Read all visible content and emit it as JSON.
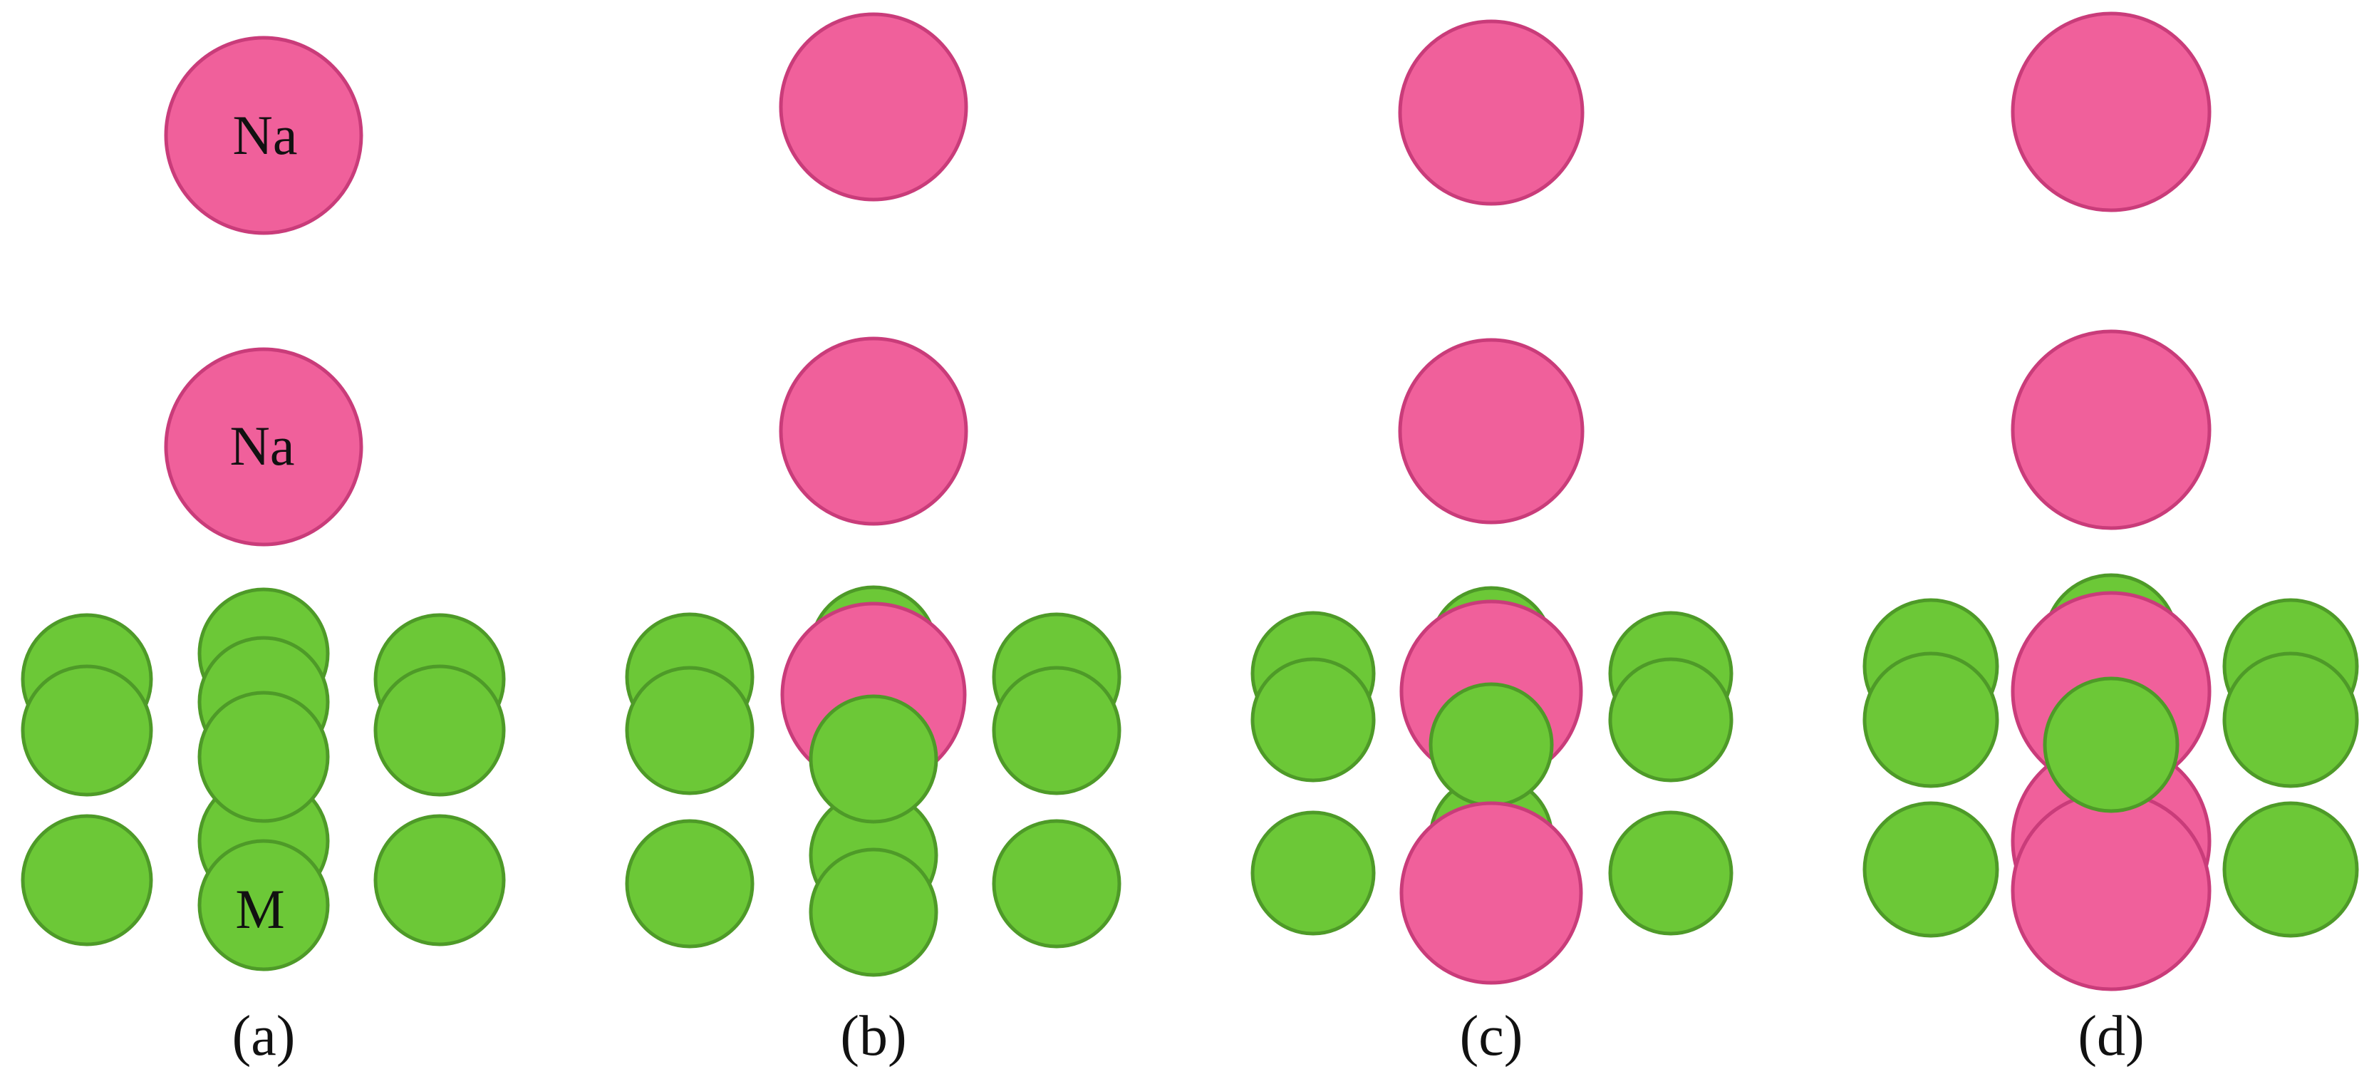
{
  "colors": {
    "na_fill": "#F0609B",
    "na_stroke": "#C93C7A",
    "m_fill": "#6CC837",
    "m_stroke": "#4E9A28",
    "label_text": "#111111"
  },
  "atom_labels": {
    "na_top": "Na",
    "na_mid": "Na",
    "m": "M"
  },
  "panels": [
    {
      "label": "(a)"
    },
    {
      "label": "(b)"
    },
    {
      "label": "(c)"
    },
    {
      "label": "(d)"
    }
  ]
}
